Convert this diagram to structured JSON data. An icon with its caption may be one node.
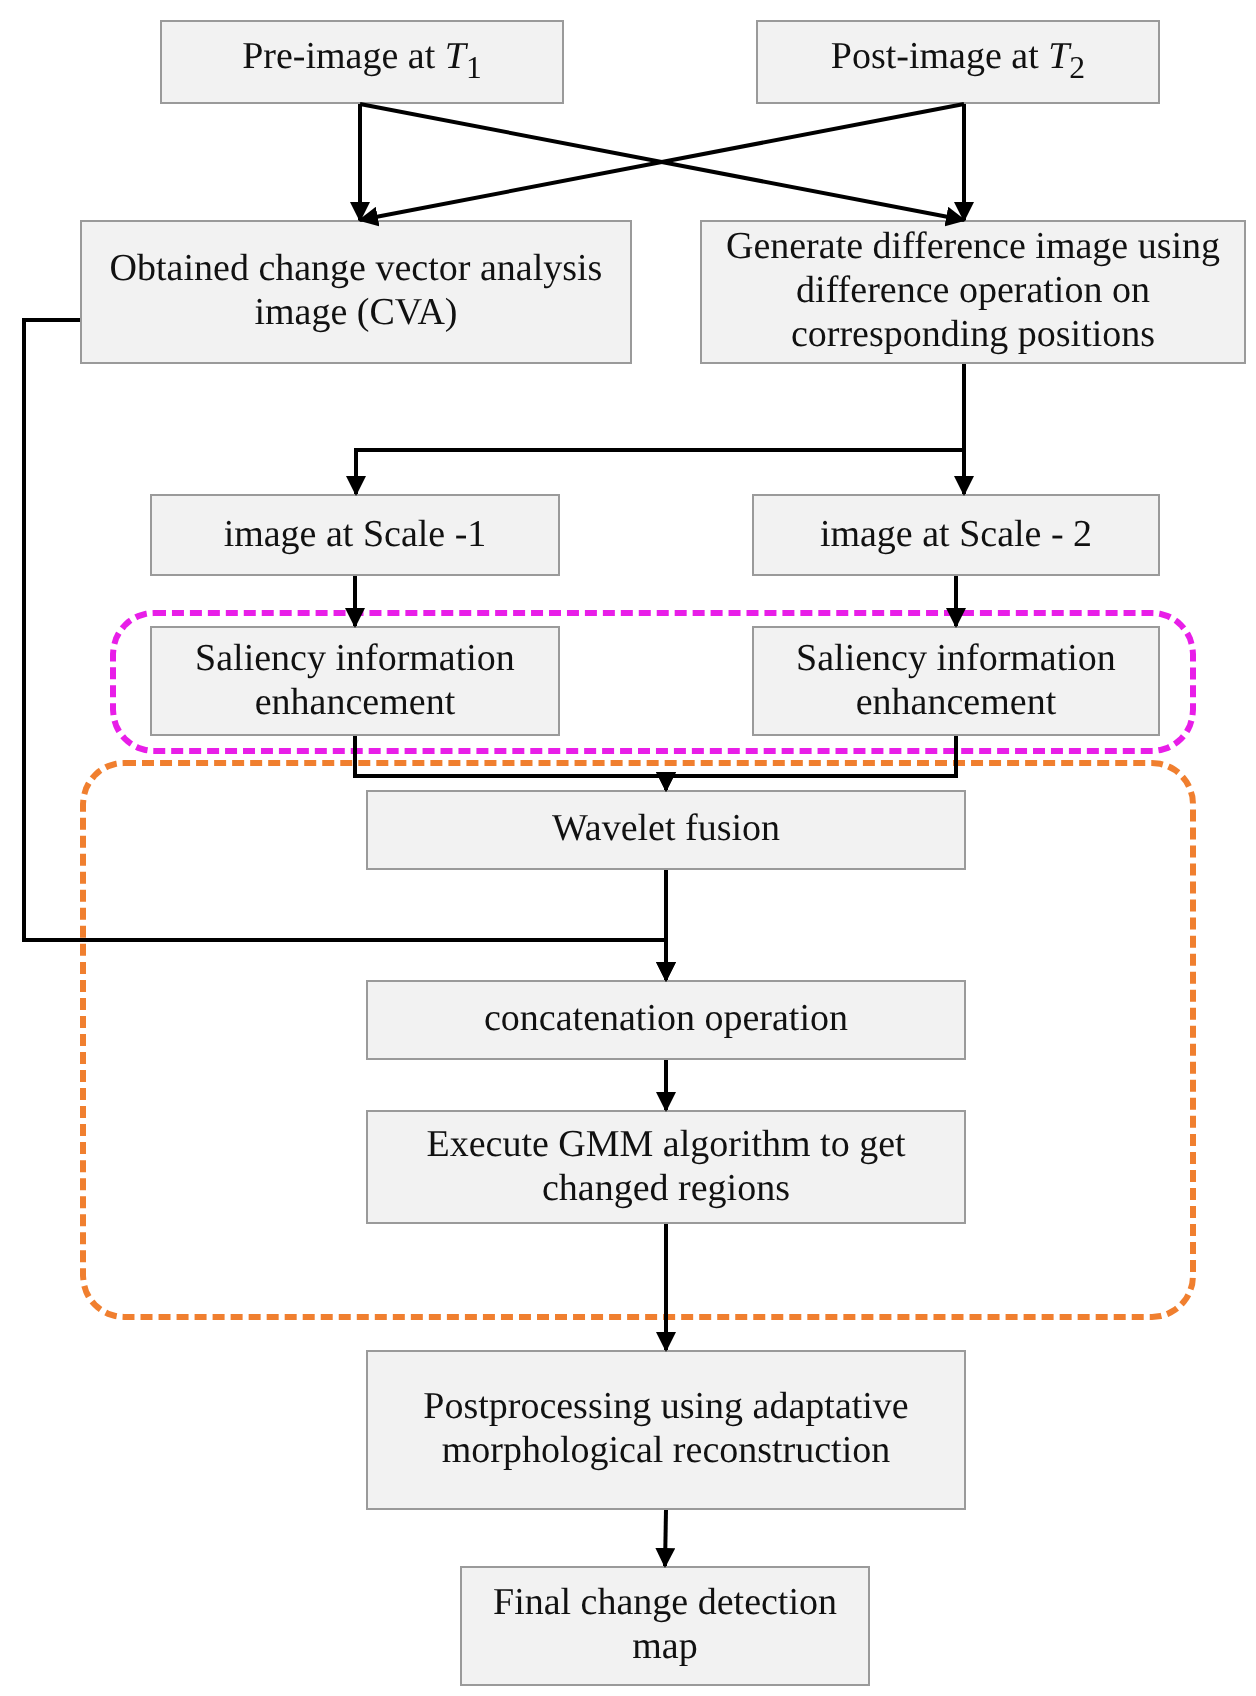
{
  "diagram": {
    "nodes": [
      {
        "text": [
          "Pre-image at *T*$_{1}$"
        ]
      },
      {
        "text": [
          "Post-image at *T*$_{2}$"
        ]
      },
      {
        "text": [
          "Obtained change vector analysis image (CVA)"
        ]
      },
      {
        "text": [
          "Generate difference image using difference operation on corresponding positions"
        ]
      },
      {
        "text": [
          "image at Scale -1"
        ]
      },
      {
        "text": [
          "image at Scale - 2"
        ]
      },
      {
        "text": [],
        "shape": "box"
      },
      {
        "text": [
          "Saliency information enhancement"
        ],
        "in": 6
      },
      {
        "text": [
          "Saliency information enhancement"
        ],
        "in": 6
      },
      {
        "text": [],
        "shape": "box"
      },
      {
        "text": [
          "Wavelet fusion"
        ],
        "in": 9
      },
      {
        "text": [
          "concatenation operation"
        ],
        "in": 9
      },
      {
        "text": [
          "Execute GMM algorithm to get changed regions"
        ],
        "in": 9
      },
      {
        "text": [
          "Postprocessing using adaptative morphological reconstruction"
        ]
      },
      {
        "text": [
          "Final change detection map"
        ]
      }
    ],
    "edges": [
      {
        "from": 0,
        "to": 2,
        "arrow": "to"
      },
      {
        "from": 0,
        "to": 3,
        "arrow": "to"
      },
      {
        "from": 1,
        "to": 2,
        "arrow": "to"
      },
      {
        "from": 1,
        "to": 3,
        "arrow": "to"
      },
      {
        "from": 3,
        "to": 4,
        "arrow": "to"
      },
      {
        "from": 3,
        "to": 5,
        "arrow": "to"
      },
      {
        "from": 4,
        "to": 7,
        "arrow": "to"
      },
      {
        "from": 5,
        "to": 8,
        "arrow": "to"
      },
      {
        "from": 7,
        "to": 10,
        "arrow": "to"
      },
      {
        "from": 8,
        "to": 10,
        "arrow": "to"
      },
      {
        "from": 10,
        "to": 11,
        "arrow": "to"
      },
      {
        "from": 2,
        "to": 11,
        "arrow": "to"
      },
      {
        "from": 11,
        "to": 12,
        "arrow": "to"
      },
      {
        "from": 12,
        "to": 13,
        "arrow": "to"
      },
      {
        "from": 13,
        "to": 14,
        "arrow": "to"
      }
    ]
  }
}
